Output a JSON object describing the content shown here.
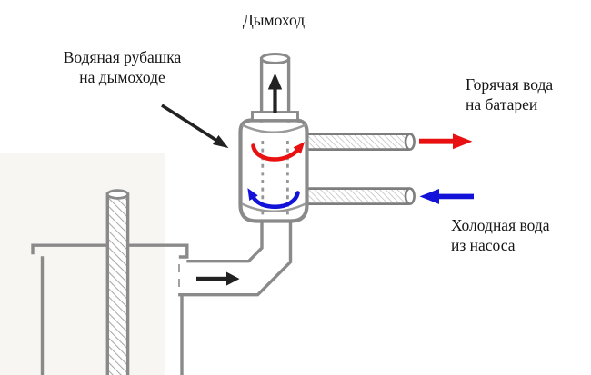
{
  "labels": {
    "chimney": "Дымоход",
    "water_jacket": {
      "line1": "Водяная рубашка",
      "line2": "на дымоходе"
    },
    "hot_water": {
      "line1": "Горячая вода",
      "line2": "на батареи"
    },
    "cold_water": {
      "line1": "Холодная вода",
      "line2": "из насоса"
    }
  },
  "colors": {
    "background": "#ffffff",
    "scan_tint": "#f7f6f3",
    "outline_gray": "#8a8a8a",
    "pipe_stroke": "#7e7e7e",
    "rim_gray": "#9a9a9a",
    "dashed_gray": "#969696",
    "hatch_gray": "#bdbdbd",
    "rod_hatch_gray": "#a8a8a8",
    "arrow_black": "#222222",
    "hot_red": "#e81010",
    "cold_blue": "#1212d8",
    "text_black": "#161616"
  }
}
